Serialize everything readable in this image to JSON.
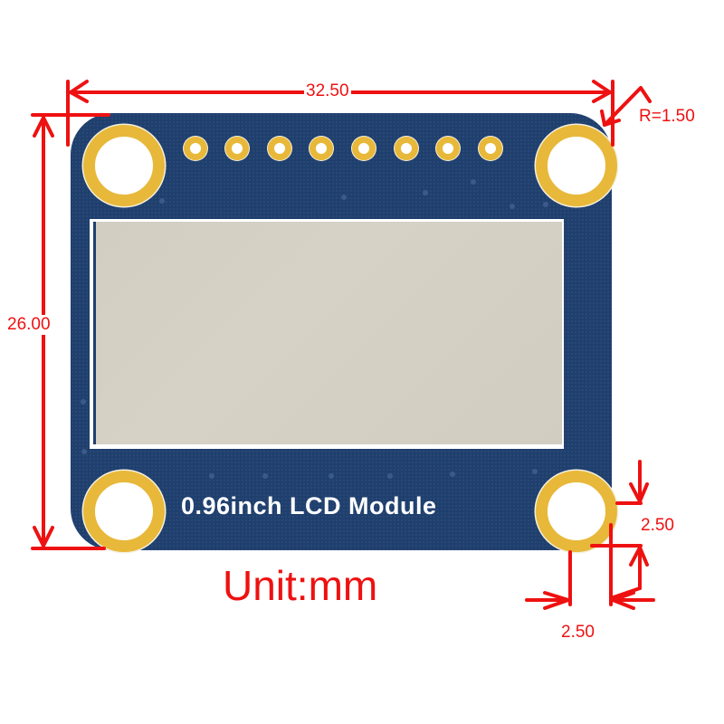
{
  "diagram": {
    "title": "0.96inch LCD Module dimension drawing",
    "board": {
      "label": "0.96inch LCD Module",
      "color": "#1f3f6e",
      "pad_color": "#e8b83a",
      "screen_color": "#d2cec2",
      "mounting_holes": 4,
      "header_pins": 8
    },
    "dimensions": {
      "width": "32.50",
      "height": "26.00",
      "corner_radius": "R=1.50",
      "hole_offset_vertical": "2.50",
      "hole_offset_horizontal": "2.50"
    },
    "unit_label": "Unit:mm",
    "annotation_color": "#ee1111"
  }
}
